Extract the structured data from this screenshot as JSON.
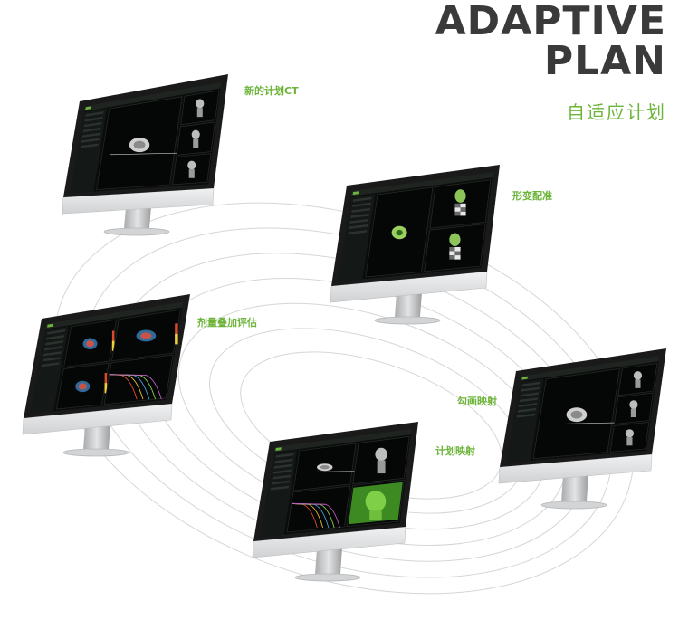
{
  "header": {
    "title_line1": "ADAPTIVE",
    "title_line2": "PLAN",
    "subtitle": "自适应计划"
  },
  "labels": {
    "new_plan_ct": "新的计划CT",
    "deformable_registration": "形变配准",
    "dose_accumulation": "剂量叠加评估",
    "contour_mapping": "勾画映射",
    "plan_mapping": "计划映射"
  },
  "colors": {
    "accent": "#6db43a",
    "title": "#3a3a3a",
    "screen": "#0b0d0c",
    "bezel": "#1a1a1a",
    "chin": "#e4e5e6",
    "stand": "#c9cbcd",
    "orbit": "#d6d6d6"
  }
}
